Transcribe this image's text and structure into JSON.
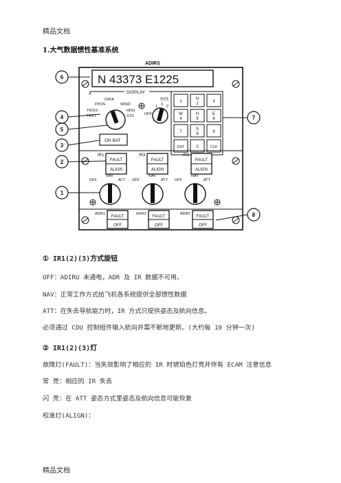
{
  "header": "精品文档",
  "footer": "精品文档",
  "title": "1.大气数据惯性基准系统",
  "panel": {
    "adirs_label": "ADIRS",
    "display_value": "N 43373  E1225",
    "display_label": "DISPLAY",
    "selector_labels": [
      "DATA",
      "PPOS",
      "WIND",
      "TK/GS",
      "HDG",
      "TEST",
      "STS"
    ],
    "sys_label": "SYS",
    "sys_off": "OFF",
    "sys_positions": [
      "1",
      "3",
      "2"
    ],
    "keypad": [
      [
        "1",
        "N\n2",
        "3"
      ],
      [
        "W\n4",
        "H\n5",
        "E\n6"
      ],
      [
        "7",
        "S\n8",
        "9"
      ],
      [
        "ENT",
        "0",
        "CLR"
      ]
    ],
    "on_bat": "ON BAT",
    "ir_units": [
      {
        "name": "IR1",
        "fault": "FAULT",
        "align": "ALIGN"
      },
      {
        "name": "IR3",
        "fault": "FAULT",
        "align": "ALIGN"
      },
      {
        "name": "IR2",
        "fault": "FAULT",
        "align": "ALIGN"
      }
    ],
    "mode_labels": {
      "off": "OFF",
      "nav": "NAV",
      "att": "ATT"
    },
    "adr_units": [
      {
        "name": "ADR1",
        "fault": "FAULT",
        "off": "OFF"
      },
      {
        "name": "ADR3",
        "fault": "FAULT",
        "off": "OFF"
      },
      {
        "name": "ADR2",
        "fault": "FAULT",
        "off": "OFF"
      }
    ],
    "callouts": [
      "6",
      "4",
      "5",
      "3",
      "2",
      "1",
      "7",
      "8"
    ]
  },
  "section1": {
    "heading": "① IR1(2)(3)方式旋钮",
    "lines": [
      "OFF：ADIRU 未通电，ADR 及 IR 数据不可用。",
      "NAV：正常工作方式给飞机各系统提供全部惯性数据",
      "ATT：在失去导航能力时，IR 方式只提供姿态及航向信息。",
      "必须通过 CDU 控制组件输入航向并需不断地更新。(大约每 10  分钟一次)"
    ]
  },
  "section2": {
    "heading": "② IR1(2)(3)灯",
    "lines": [
      "故障灯(FAULT)：当失效影响了相应的 IR 时琥珀色灯亮并伴有 ECAM 注意信息",
      "常  亮：相应的 IR 失去",
      "闪  亮：在 ATT 姿态方式里姿态及航向信息可能恢复",
      "校准灯(ALIGN)："
    ]
  }
}
